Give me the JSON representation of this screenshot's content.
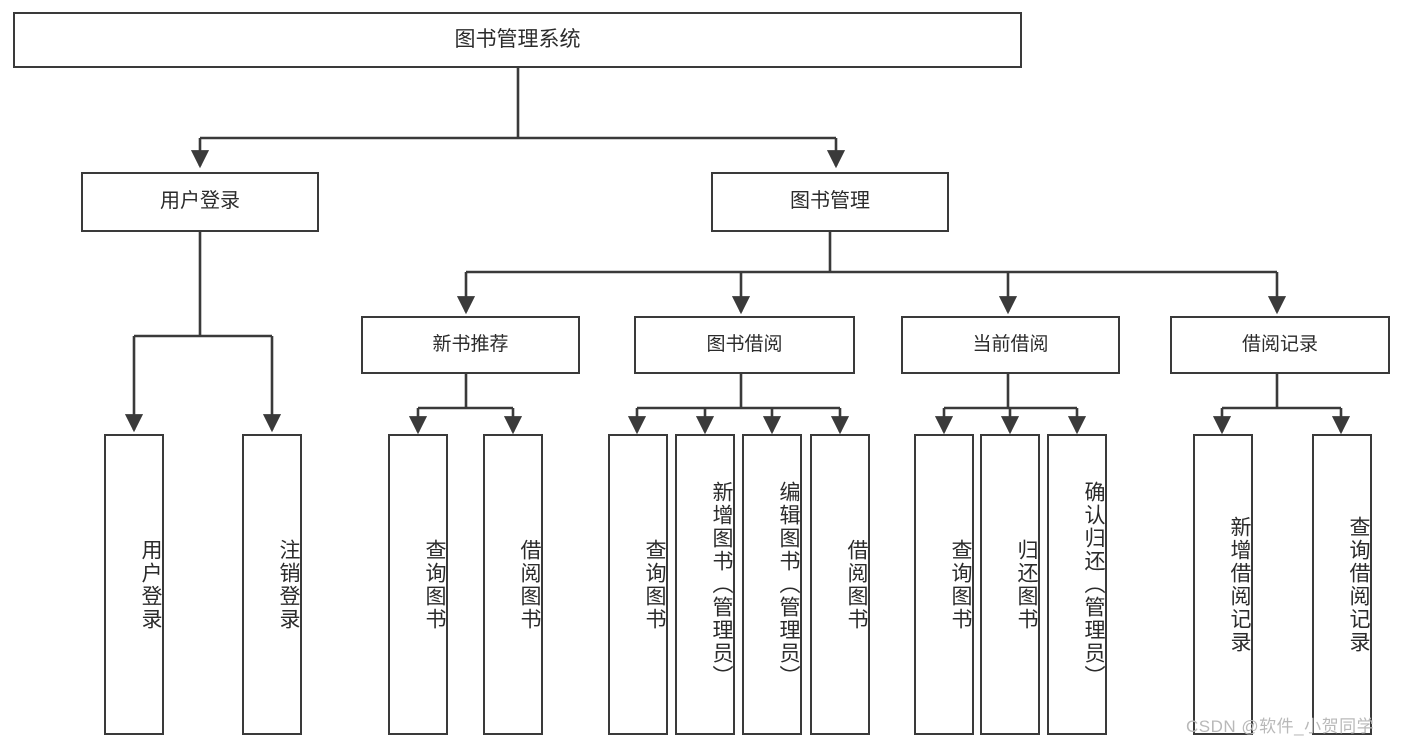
{
  "diagram": {
    "type": "tree-hierarchy",
    "title": "图书管理系统",
    "watermark": "CSDN @软件_小贺同学",
    "colors": {
      "stroke": "#3a3a3a",
      "node_fill": "#ffffff",
      "text": "#2b2b2b",
      "watermark": "#b9b9b9",
      "background": "#ffffff"
    },
    "root": {
      "label": "图书管理系统"
    },
    "level1": [
      {
        "label": "用户登录"
      },
      {
        "label": "图书管理"
      }
    ],
    "level2": [
      {
        "label": "新书推荐"
      },
      {
        "label": "图书借阅"
      },
      {
        "label": "当前借阅"
      },
      {
        "label": "借阅记录"
      }
    ],
    "leaves": {
      "user_login": [
        {
          "label": "用户登录"
        },
        {
          "label": "注销登录"
        }
      ],
      "new_book_recommend": [
        {
          "label": "查询图书"
        },
        {
          "label": "借阅图书"
        }
      ],
      "book_borrow": [
        {
          "label": "查询图书"
        },
        {
          "label": "新增图书（管理员）"
        },
        {
          "label": "编辑图书（管理员）"
        },
        {
          "label": "借阅图书"
        }
      ],
      "current_borrow": [
        {
          "label": "查询图书"
        },
        {
          "label": "归还图书"
        },
        {
          "label": "确认归还（管理员）"
        }
      ],
      "borrow_record": [
        {
          "label": "新增借阅记录"
        },
        {
          "label": "查询借阅记录"
        }
      ]
    }
  }
}
